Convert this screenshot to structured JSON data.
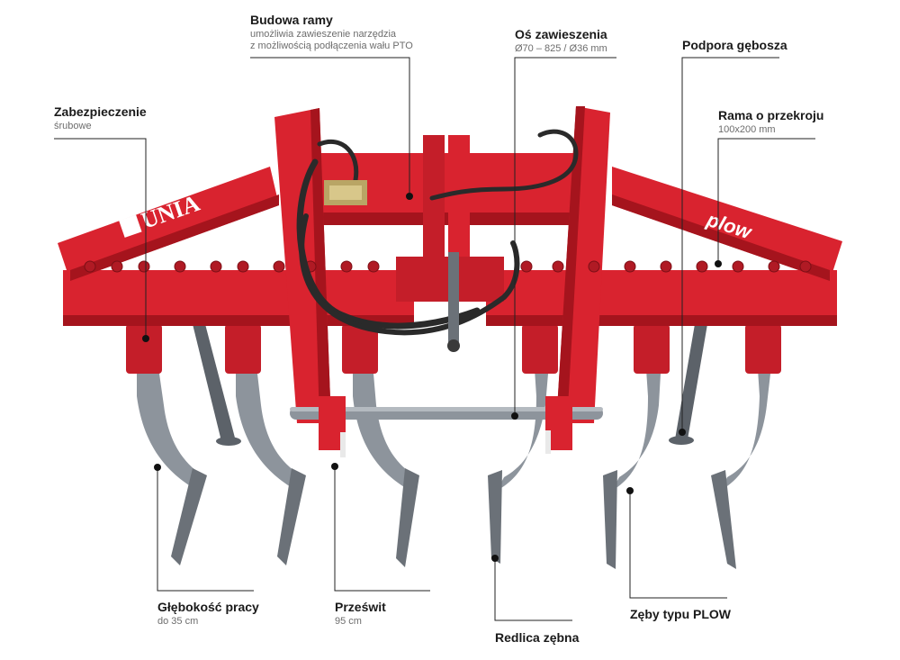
{
  "colors": {
    "frame_red": "#d9232f",
    "frame_dark": "#a5141d",
    "shank_grey": "#8d949c",
    "shank_dark": "#5c6269",
    "hose_black": "#2a2a2a"
  },
  "machine": {
    "brand_logo": "UNIA",
    "model_logo": "plow"
  },
  "labels": {
    "budowa_ramy": {
      "title": "Budowa ramy",
      "sub1": "umożliwia zawieszenie narzędzia",
      "sub2": "z możliwością podłączenia wału PTO"
    },
    "os_zawieszenia": {
      "title": "Oś zawieszenia",
      "sub": "Ø70 – 825 / Ø36 mm"
    },
    "podpora_gebosza": {
      "title": "Podpora gębosza"
    },
    "zabezpieczenie": {
      "title": "Zabezpieczenie",
      "sub": "śrubowe"
    },
    "rama_przekroj": {
      "title": "Rama o przekroju",
      "sub": "100x200 mm"
    },
    "glebokosc": {
      "title": "Głębokość pracy",
      "sub": "do 35 cm"
    },
    "przeswit": {
      "title": "Prześwit",
      "sub": "95 cm"
    },
    "redlica": {
      "title": "Redlica zębna"
    },
    "zeby": {
      "title": "Zęby typu PLOW"
    }
  }
}
